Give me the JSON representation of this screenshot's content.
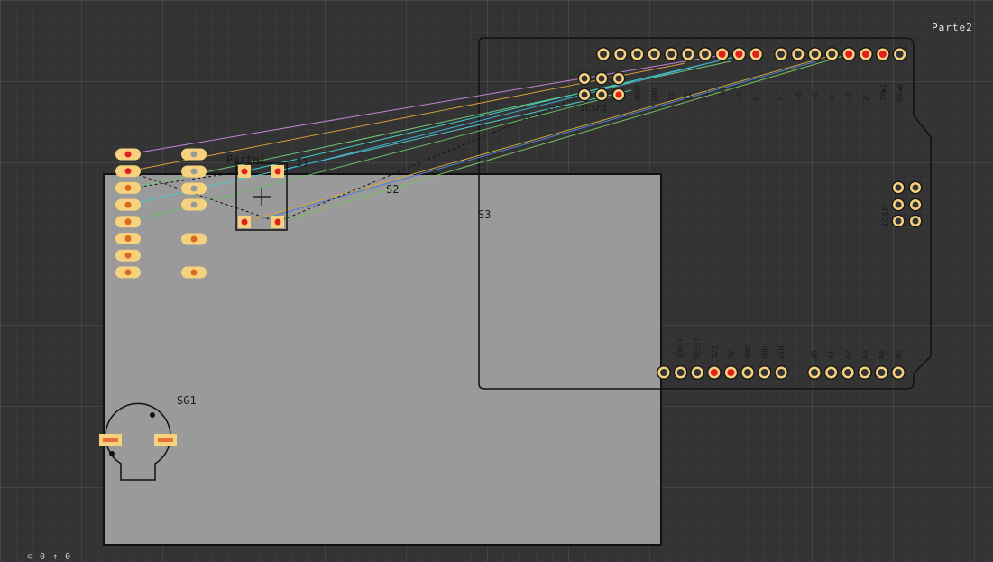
{
  "labels": {
    "parte1": "Parte1",
    "parte2": "Parte2",
    "s1": "S1",
    "s2": "S2",
    "s3": "S3",
    "sg1": "SG1",
    "icsp2": "ICSP2",
    "icsp": "ICSP",
    "bottom_text": "⊂ 0 ↑ 0"
  },
  "arduino_top_pins": [
    "AREF",
    "GND",
    "13",
    "12",
    "~11",
    "~10",
    "~9",
    "8",
    "7",
    "~6",
    "~5",
    "4",
    "~3",
    "2",
    "TX▶1",
    "RX◀0"
  ],
  "arduino_bottom_pins": [
    "IOREF",
    "RESET",
    "3V3",
    "5V",
    "GND",
    "GND",
    "VIN",
    "A0",
    "A1",
    "A2",
    "A3",
    "A4",
    "A5"
  ],
  "colors": {
    "board_fill": "#9a9a9a",
    "outline": "#111111",
    "pad_gold": "#f7d27e",
    "pad_hole": "#d96a1e",
    "pad_red": "#e02020",
    "background": "#333333"
  }
}
